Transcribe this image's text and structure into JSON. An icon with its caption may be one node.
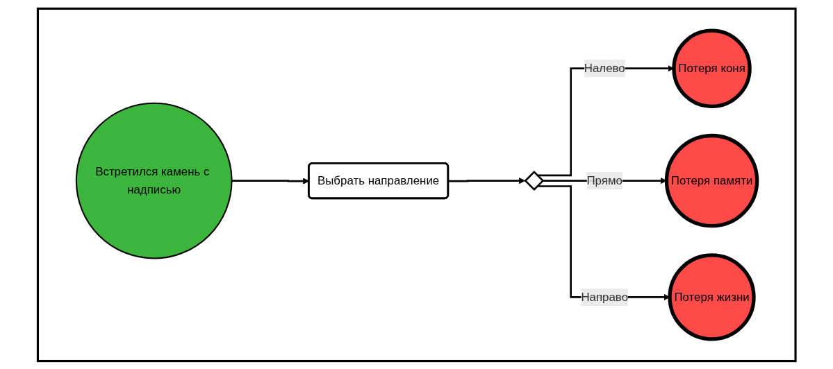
{
  "diagram": {
    "nodes": [
      {
        "text": [],
        "shape": "box"
      },
      {
        "text": [
          "Встретился камень с надписью"
        ],
        "in": 0
      },
      {
        "text": [
          "Выбрать направление"
        ],
        "in": 0
      },
      {
        "text": [],
        "shape": "diamond",
        "in": 0
      },
      {
        "text": [
          "Потеря коня"
        ],
        "in": 0
      },
      {
        "text": [
          "Потеря памяти"
        ],
        "in": 0
      },
      {
        "text": [
          "Потеря жизни"
        ],
        "in": 0
      }
    ],
    "edges": [
      {
        "from": 1,
        "to": 2,
        "arrow": "to"
      },
      {
        "from": 2,
        "to": 3,
        "arrow": "to"
      },
      {
        "from": 3,
        "to": 4,
        "arrow": "to",
        "label": "Налево"
      },
      {
        "from": 3,
        "to": 5,
        "arrow": "to",
        "label": "Прямо"
      },
      {
        "from": 3,
        "to": 6,
        "arrow": "to",
        "label": "Направо"
      }
    ]
  }
}
